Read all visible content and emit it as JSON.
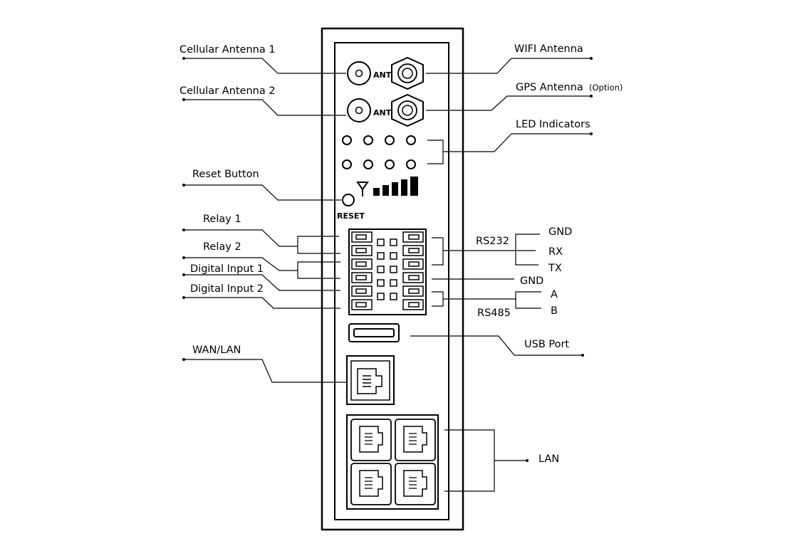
{
  "labels": {
    "cellular_antenna_1": "Cellular Antenna 1",
    "cellular_antenna_2": "Cellular Antenna 2",
    "reset_button": "Reset Button",
    "relay_1": "Relay 1",
    "relay_2": "Relay 2",
    "digital_input_1": "Digital Input 1",
    "digital_input_2": "Digital Input 2",
    "wan_lan": "WAN/LAN",
    "wifi_antenna": "WIFI Antenna",
    "gps_antenna": "GPS Antenna",
    "gps_option": "(Option)",
    "led_indicators": "LED Indicators",
    "rs232": "RS232",
    "gnd_232": "GND",
    "rx": "RX",
    "tx": "TX",
    "gnd": "GND",
    "a": "A",
    "b": "B",
    "rs485": "RS485",
    "usb_port": "USB Port",
    "lan": "LAN"
  },
  "device": {
    "ant_label": "ANT",
    "reset_label": "RESET"
  }
}
